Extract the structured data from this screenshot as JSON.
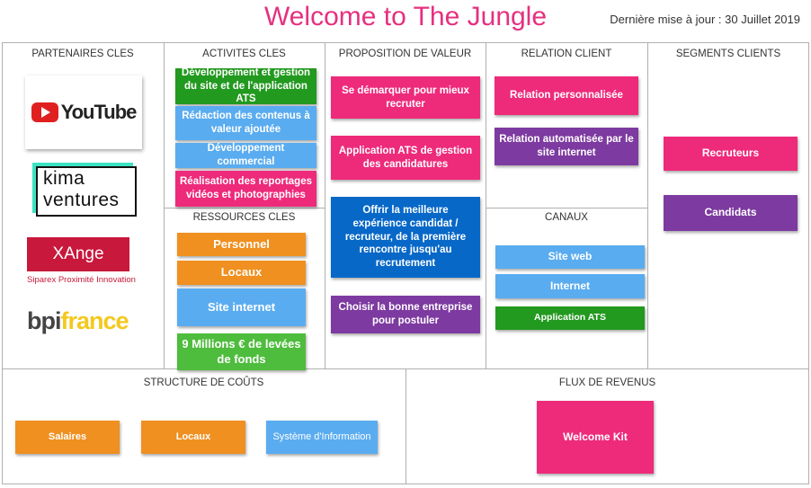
{
  "header": {
    "title": "Welcome to The Jungle",
    "last_update": "Dernière mise à jour : 30 Juillet 2019"
  },
  "sections": {
    "partners": "PARTENAIRES CLES",
    "activities": "ACTIVITES CLES",
    "resources": "RESSOURCES CLES",
    "value": "PROPOSITION DE VALEUR",
    "relation": "RELATION CLIENT",
    "channels": "CANAUX",
    "segments": "SEGMENTS CLIENTS",
    "costs": "STRUCTURE DE COÛTS",
    "revenues": "FLUX DE REVENUS"
  },
  "partners": {
    "youtube": "YouTube",
    "kima_top": "kima",
    "kima_bottom": "ventures",
    "xange": "XAnge",
    "xange_sub": "Siparex Proximité Innovation",
    "bpi_a": "bpi",
    "bpi_b": "france"
  },
  "activities": [
    "Développement et gestion du site et de l'application ATS",
    "Rédaction des contenus à valeur ajoutée",
    "Développement commercial",
    "Réalisation des reportages vidéos et photographies"
  ],
  "resources": [
    "Personnel",
    "Locaux",
    "Site internet",
    "9 Millions € de levées de fonds"
  ],
  "value": [
    "Se démarquer pour mieux recruter",
    "Application ATS de gestion des candidatures",
    "Offrir la meilleure expérience candidat / recruteur, de la première rencontre jusqu'au recrutement",
    "Choisir la bonne entreprise pour postuler"
  ],
  "relation": [
    "Relation personnalisée",
    "Relation automatisée par le site internet"
  ],
  "channels": [
    "Site web",
    "Internet",
    "Application ATS"
  ],
  "segments": [
    "Recruteurs",
    "Candidats"
  ],
  "costs": [
    "Salaires",
    "Locaux",
    "Système d'Information"
  ],
  "revenues": [
    "Welcome Kit"
  ],
  "colors": {
    "title": "#e5307f",
    "pink": "#ee2a7b",
    "purple": "#7d3aa0",
    "blue": "#0768c8",
    "light_blue": "#5aacf0",
    "green": "#22991f",
    "orange": "#f09020",
    "light_green": "#4ebc3c"
  }
}
